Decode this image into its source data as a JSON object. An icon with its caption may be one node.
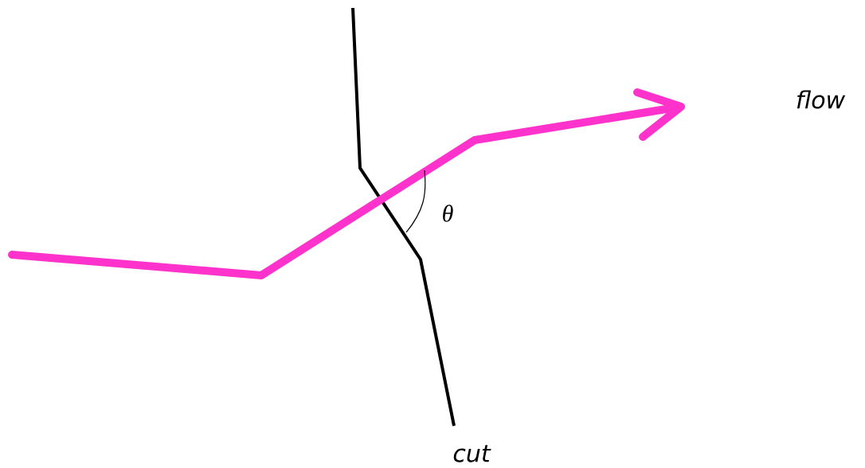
{
  "diagram": {
    "labels": [
      "flow",
      "cut",
      "θ"
    ]
  }
}
